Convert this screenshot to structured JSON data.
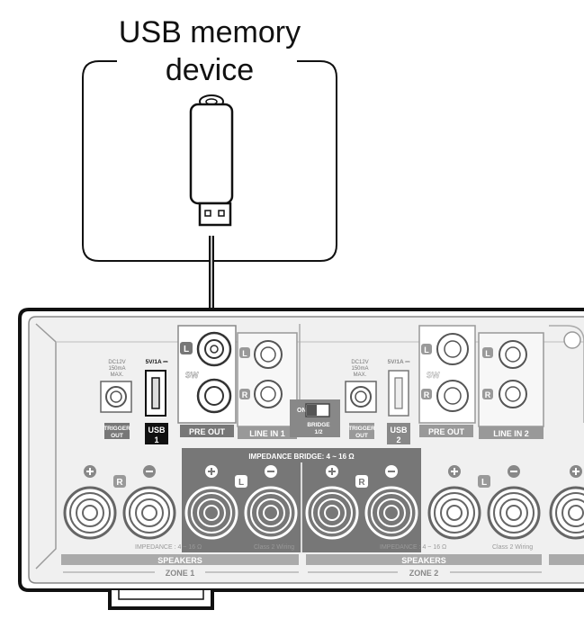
{
  "device": {
    "title_line1": "USB memory",
    "title_line2": "device"
  },
  "panel": {
    "usb_rating": "5V/1A ⎓",
    "trigger_rating_1": "DC12V",
    "trigger_rating_2": "150mA",
    "trigger_rating_3": "MAX.",
    "trigger_out": "TRIGGER",
    "trigger_out_2": "OUT",
    "usb1_label": "USB",
    "usb1_num": "1",
    "usb2_label": "USB",
    "usb2_num": "2",
    "sw_label": "SW",
    "pre_out_label": "PRE OUT",
    "line_in_1": "LINE IN  1",
    "line_in_2": "LINE IN  2",
    "l_mark": "L",
    "r_mark": "R",
    "bridge_on": "ON",
    "bridge_label": "BRIDGE",
    "bridge_sub": "1/2",
    "impedance_bridge_header": "IMPEDANCE  BRIDGE: 4 ~ 16 Ω",
    "impedance_note": "IMPEDANCE : 4 ~ 16 Ω",
    "class2_wiring": "Class 2 Wiring",
    "speakers_label": "SPEAKERS",
    "zone1": "ZONE 1",
    "zone2": "ZONE 2"
  }
}
